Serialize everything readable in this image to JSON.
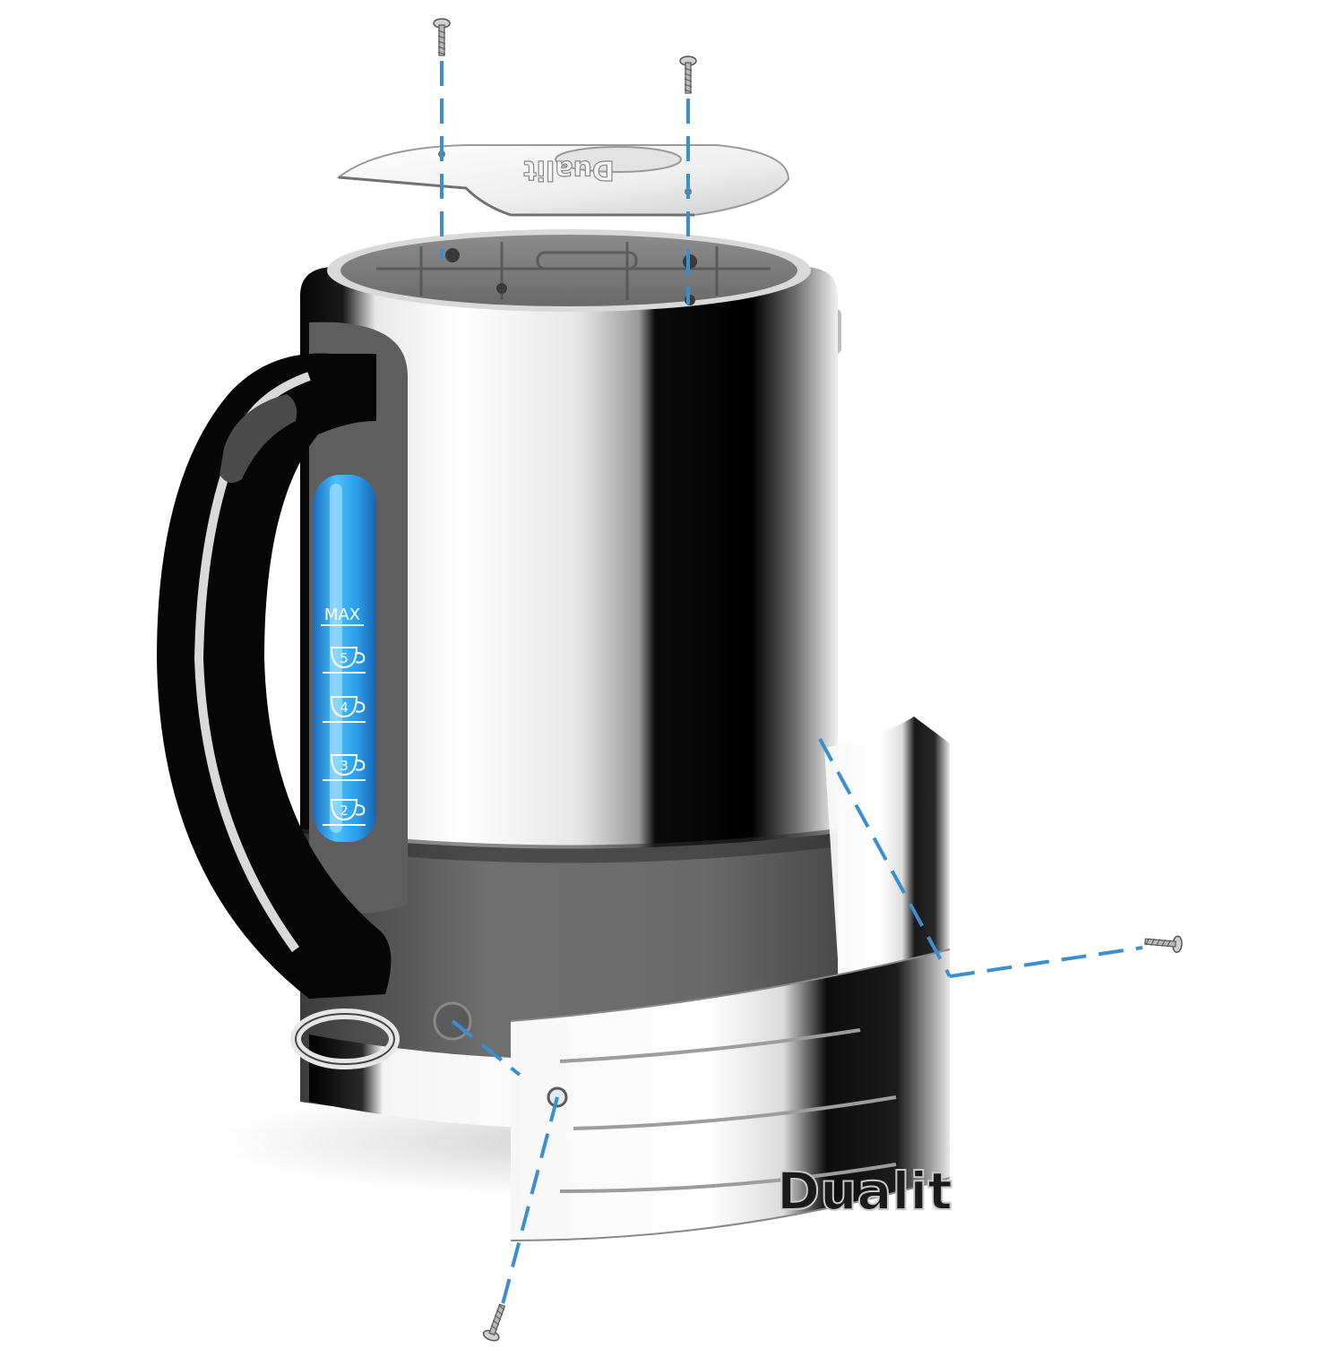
{
  "product": {
    "brand_logo_text": "Dualit",
    "colors": {
      "steel_dark": "#0a0a0a",
      "steel_light": "#f4f4f4",
      "plastic_grey": "#6b6b6b",
      "window_blue": "#2aa7ee",
      "guide_line_blue": "#3a8fd0"
    }
  },
  "water_window": {
    "max_label": "MAX",
    "cup_marks": [
      "5",
      "4",
      "3",
      "2"
    ]
  },
  "parts": {
    "top_plate_label": "Dualit",
    "base_panel_label": "Dualit"
  },
  "screws": {
    "icon_names": [
      "screw-icon",
      "screw-icon",
      "screw-icon",
      "screw-icon"
    ]
  }
}
